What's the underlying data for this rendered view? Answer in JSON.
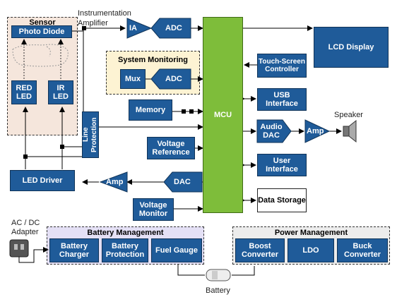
{
  "labels": {
    "sensor": "Sensor",
    "photo_diode": "Photo Diode",
    "red_led": "RED LED",
    "ir_led": "IR LED",
    "instrumentation_amplifier": "Instrumentation Amplifier",
    "ia": "IA",
    "adc_top": "ADC",
    "system_monitoring": "System Monitoring",
    "mux": "Mux",
    "adc_sys": "ADC",
    "memory": "Memory",
    "line_protection": "Line Protection",
    "voltage_reference": "Voltage Reference",
    "led_driver": "LED Driver",
    "amp_left": "Amp",
    "dac": "DAC",
    "voltage_monitor": "Voltage Monitor",
    "mcu": "MCU",
    "lcd_display": "LCD Display",
    "touch_screen_controller": "Touch-Screen Controller",
    "usb_interface": "USB Interface",
    "audio_dac": "Audio DAC",
    "amp_right": "Amp",
    "speaker": "Speaker",
    "user_interface": "User Interface",
    "data_storage": "Data Storage",
    "ac_dc_adapter": "AC / DC Adapter",
    "battery_management": "Battery Management",
    "battery_charger": "Battery Charger",
    "battery_protection": "Battery Protection",
    "fuel_gauge": "Fuel Gauge",
    "battery": "Battery",
    "power_management": "Power Management",
    "boost_converter": "Boost Converter",
    "ldo": "LDO",
    "buck_converter": "Buck Converter"
  },
  "colors": {
    "block_blue": "#1f5b99",
    "mcu_green": "#7ebd3a",
    "sensor_bg": "#f5e6dc",
    "system_monitoring_bg": "#fdf3d3",
    "battery_management_bg": "#e4e0f5",
    "power_management_bg": "#ececec"
  }
}
